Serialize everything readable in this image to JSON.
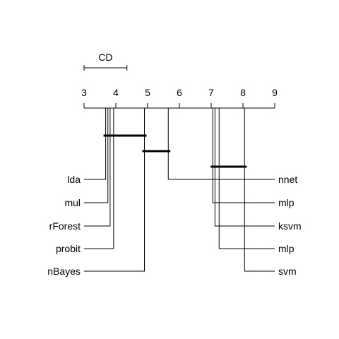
{
  "chart_data": {
    "type": "critical-difference",
    "cd_label": "CD",
    "cd_value": 1.35,
    "axis": {
      "min": 3,
      "max": 9,
      "ticks": [
        3,
        4,
        5,
        6,
        7,
        8,
        9
      ]
    },
    "left_methods": [
      {
        "name": "lda",
        "rank": 3.68
      },
      {
        "name": "mul",
        "rank": 3.75
      },
      {
        "name": "rForest",
        "rank": 3.82
      },
      {
        "name": "probit",
        "rank": 3.93
      },
      {
        "name": "nBayes",
        "rank": 4.9
      }
    ],
    "right_methods": [
      {
        "name": "nnet",
        "rank": 5.65
      },
      {
        "name": "mlp",
        "rank": 7.05
      },
      {
        "name": "ksvm",
        "rank": 7.12
      },
      {
        "name": "mlp",
        "rank": 7.25
      },
      {
        "name": "svm",
        "rank": 8.05
      }
    ],
    "cliques": [
      {
        "from": 3.68,
        "to": 4.9
      },
      {
        "from": 4.9,
        "to": 5.65
      },
      {
        "from": 7.05,
        "to": 8.05
      }
    ]
  }
}
